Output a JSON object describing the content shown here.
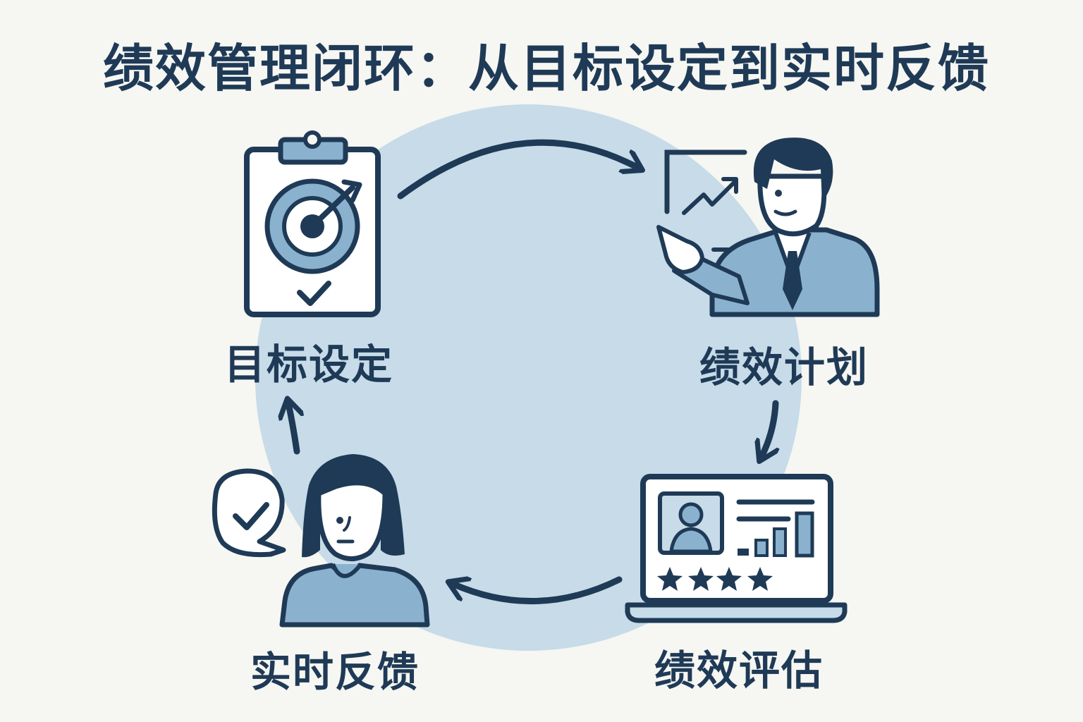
{
  "title": "绩效管理闭环：从目标设定到实时反馈",
  "stages": {
    "goal": {
      "label": "目标设定",
      "icon": "clipboard-target-icon"
    },
    "plan": {
      "label": "绩效计划",
      "icon": "presenter-chart-icon"
    },
    "evaluation": {
      "label": "绩效评估",
      "icon": "laptop-rating-icon"
    },
    "feedback": {
      "label": "实时反馈",
      "icon": "person-speech-check-icon"
    }
  },
  "colors": {
    "navy": "#1f3a56",
    "light_blue": "#c7dbe8",
    "mid_blue": "#8ab2cf",
    "background": "#f6f6f2"
  }
}
